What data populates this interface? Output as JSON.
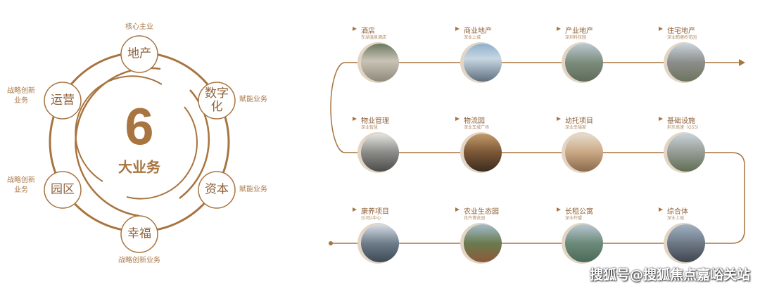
{
  "diagram": {
    "center_number": "6",
    "center_text": "大业务",
    "nodes": [
      {
        "label": "地产",
        "note": "核心主业"
      },
      {
        "label": "数字化",
        "note": "赋能业务"
      },
      {
        "label": "资本",
        "note": "赋能业务"
      },
      {
        "label": "幸福",
        "note": "战略创新业务"
      },
      {
        "label": "园区",
        "note": "战略创新业务"
      },
      {
        "label": "运营",
        "note": "战略创新业务"
      }
    ]
  },
  "projects": [
    {
      "title": "酒店",
      "sub": "东湖温泉酒店"
    },
    {
      "title": "商业地产",
      "sub": "深业上城"
    },
    {
      "title": "产业地产",
      "sub": "深圳科技园"
    },
    {
      "title": "住宅地产",
      "sub": "深业鹤塘岭花园"
    },
    {
      "title": "物业管理",
      "sub": "深业智慧"
    },
    {
      "title": "物流园",
      "sub": "深业车城广场"
    },
    {
      "title": "幼托项目",
      "sub": "深业幸福家"
    },
    {
      "title": "基础设施",
      "sub": "荆东高速（G55）"
    },
    {
      "title": "康养项目",
      "sub": "沙河U中心"
    },
    {
      "title": "农业生态园",
      "sub": "花卉博览园"
    },
    {
      "title": "长租公寓",
      "sub": "深业柠盟"
    },
    {
      "title": "综合体",
      "sub": "深业上城"
    }
  ],
  "watermark": "搜狐号@搜狐焦点嘉峪关站",
  "colors": {
    "accent": "#a8743f",
    "crescent": "#e2d5c4"
  }
}
